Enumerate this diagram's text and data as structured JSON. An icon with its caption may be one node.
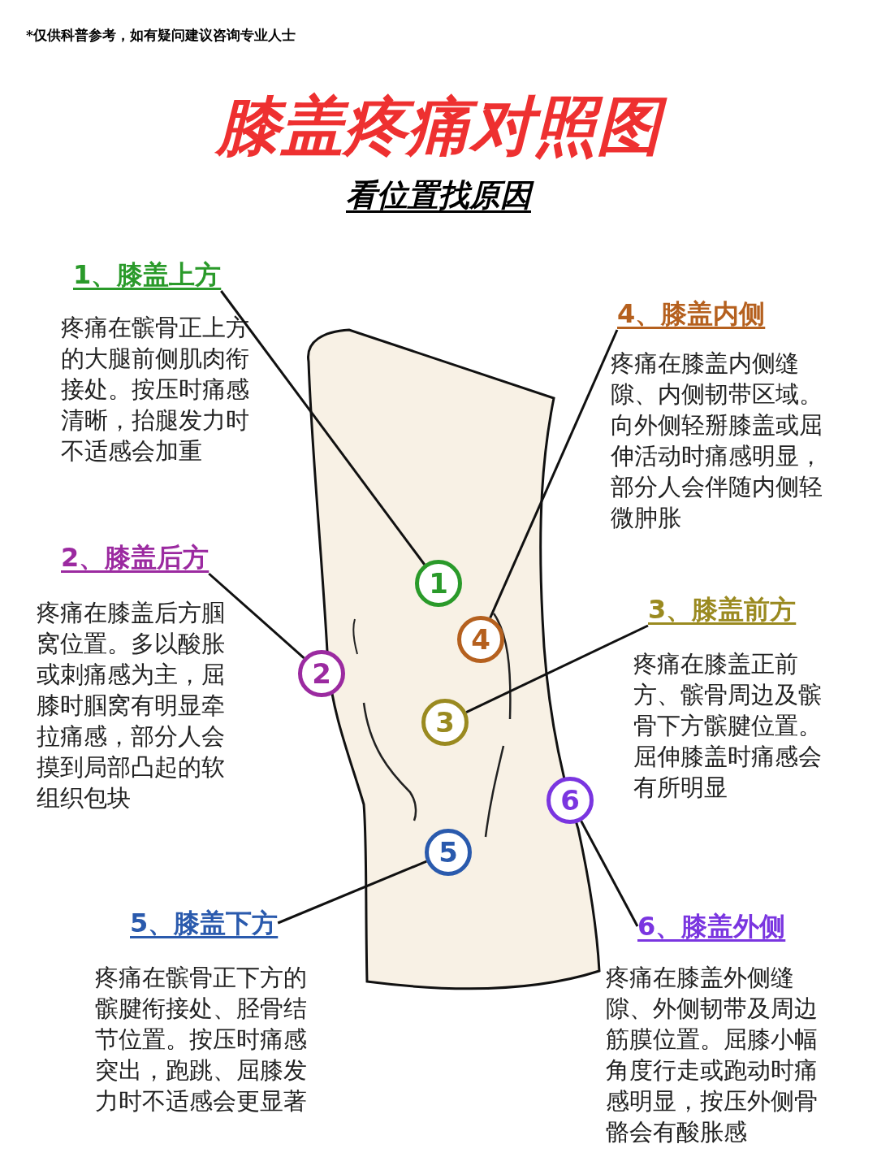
{
  "diagram": {
    "title": "膝盖疼痛对照图",
    "nodes": [
      {
        "text": [
          "1、膝盖上方"
        ],
        "beside": [
          "疼痛在髌骨正上方的大腿前侧肌肉衔接处。按压时痛感清晰，抬腿发力时不适感会加重"
        ]
      },
      {
        "text": [
          "4、膝盖内侧"
        ],
        "beside": [
          "疼痛在膝盖内侧缝隙、内侧韧带区域。向外侧轻掰膝盖或屈伸活动时痛感明显，部分人会伴随内侧轻微肿胀"
        ]
      },
      {
        "text": [
          "2、膝盖后方"
        ],
        "beside": [
          "疼痛在膝盖后方腘窝位置。多以酸胀或刺痛感为主，屈膝时腘窝有明显牵拉痛感，部分人会摸到局部凸起的软组织包块"
        ]
      },
      {
        "text": [
          "3、膝盖前方"
        ],
        "beside": [
          "疼痛在膝盖正前方、髌骨周边及髌骨下方髌腱位置。屈伸膝盖时痛感会有所明显"
        ]
      },
      {
        "text": [
          "5、膝盖下方"
        ],
        "beside": [
          "疼痛在髌骨正下方的髌腱衔接处、胫骨结节位置。按压时痛感突出，跑跳、屈膝发力时不适感会更显著"
        ]
      },
      {
        "text": [
          "6、膝盖外侧"
        ],
        "beside": [
          "疼痛在膝盖外侧缝隙、外侧韧带及周边筋膜位置。屈膝小幅角度行走或跑动时痛感明显，按压外侧骨骼会有酸胀感"
        ]
      },
      {
        "text": [
          "1"
        ]
      },
      {
        "text": [
          "2"
        ]
      },
      {
        "text": [
          "4"
        ]
      },
      {
        "text": [
          "3"
        ]
      },
      {
        "text": [
          "6"
        ]
      },
      {
        "text": [
          "5"
        ]
      }
    ],
    "edges": [
      {
        "from": 0,
        "to": 6,
        "arrow": "none"
      },
      {
        "from": 1,
        "to": 8,
        "arrow": "none"
      },
      {
        "from": 2,
        "to": 7,
        "arrow": "none"
      },
      {
        "from": 3,
        "to": 9,
        "arrow": "none"
      },
      {
        "from": 4,
        "to": 11,
        "arrow": "none"
      },
      {
        "from": 5,
        "to": 10,
        "arrow": "none"
      }
    ],
    "labels": [
      "*仅供科普参考，如有疑问建议咨询专业人士",
      "看位置找原因"
    ]
  }
}
